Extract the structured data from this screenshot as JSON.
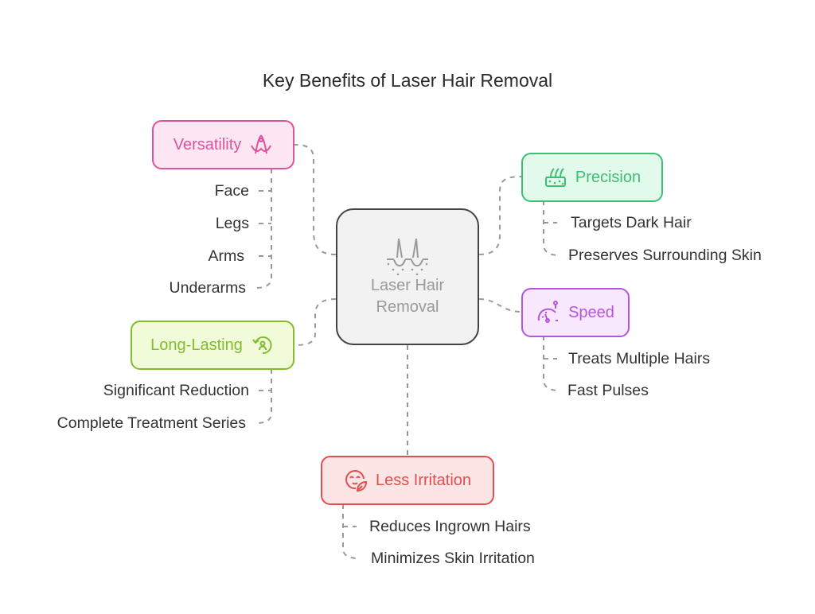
{
  "title": "Key Benefits of Laser Hair Removal",
  "center": {
    "label_line1": "Laser Hair",
    "label_line2": "Removal",
    "icon": "hair-follicle-icon",
    "color": "#9a9a9a"
  },
  "branches": {
    "versatility": {
      "label": "Versatility",
      "icon": "hair-strands-icon",
      "color": "#e0529c",
      "fill": "#fde6f3",
      "items": [
        "Face",
        "Legs",
        "Arms",
        "Underarms"
      ]
    },
    "precision": {
      "label": "Precision",
      "icon": "skin-layer-icon",
      "color": "#3cbf73",
      "fill": "#e2faec",
      "items": [
        "Targets Dark Hair",
        "Preserves Surrounding Skin"
      ]
    },
    "speed": {
      "label": "Speed",
      "icon": "speedometer-icon",
      "color": "#b554dd",
      "fill": "#f8e8fd",
      "items": [
        "Treats Multiple Hairs",
        "Fast Pulses"
      ]
    },
    "long_lasting": {
      "label": "Long-Lasting",
      "icon": "cycle-arrow-icon",
      "color": "#82bd2f",
      "fill": "#f1fad9",
      "items": [
        "Significant Reduction",
        "Complete Treatment Series"
      ]
    },
    "less_irritation": {
      "label": "Less Irritation",
      "icon": "calm-face-leaf-icon",
      "color": "#e04f4f",
      "fill": "#fde5e5",
      "items": [
        "Reduces Ingrown Hairs",
        "Minimizes Skin Irritation"
      ]
    }
  }
}
